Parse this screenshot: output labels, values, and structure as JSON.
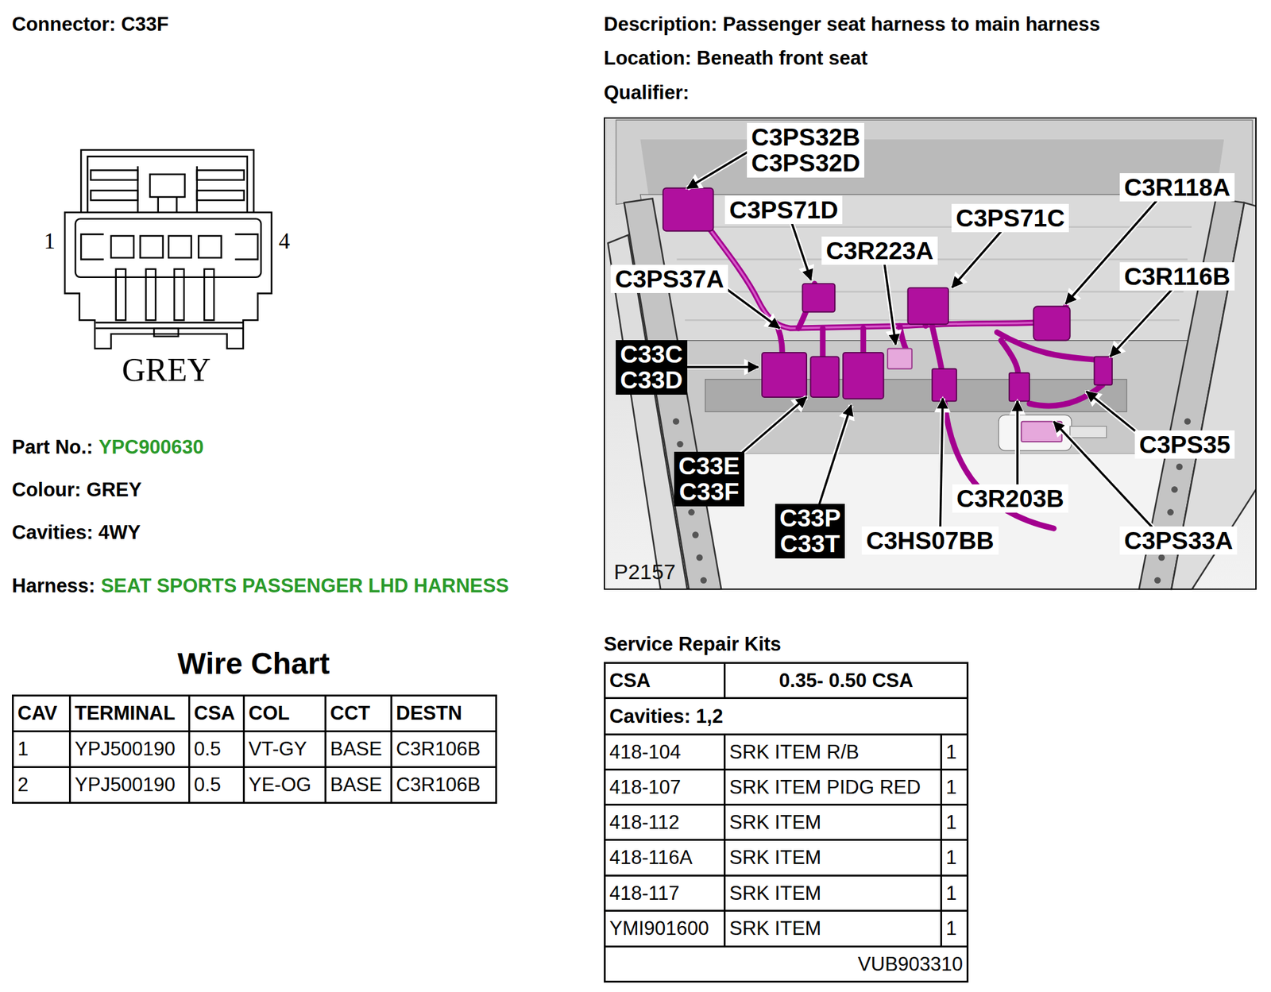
{
  "diagram": {
    "nodes": [
      {
        "text": [
          "P2157"
        ]
      },
      {
        "text": [
          "C3PS32B C3PS32D"
        ],
        "in": 0
      },
      {
        "text": [
          "C3PS71D"
        ],
        "in": 0
      },
      {
        "text": [
          "C3R223A"
        ],
        "in": 0
      },
      {
        "text": [
          "C3PS71C"
        ],
        "in": 0
      },
      {
        "text": [
          "C3R118A"
        ],
        "in": 0
      },
      {
        "text": [
          "C3PS37A"
        ],
        "in": 0
      },
      {
        "text": [
          "C3R116B"
        ],
        "in": 0
      },
      {
        "text": [
          "C33C C33D"
        ],
        "in": 0
      },
      {
        "text": [
          "C33E C33F"
        ],
        "in": 0
      },
      {
        "text": [
          "C33P C33T"
        ],
        "in": 0
      },
      {
        "text": [
          "C3R203B"
        ],
        "in": 0
      },
      {
        "text": [
          "C3HS07BB"
        ],
        "in": 0
      },
      {
        "text": [
          "C3PS35"
        ],
        "in": 0
      },
      {
        "text": [
          "C3PS33A"
        ],
        "in": 0
      }
    ],
    "labels": [
      "Connector: C33F",
      "Description: Passenger seat harness to main harness",
      "Location: Beneath front seat",
      "Qualifier:",
      "1",
      "4",
      "GREY",
      "Part No.:",
      "YPC900630",
      "Colour: GREY",
      "Cavities: 4WY",
      "Harness:",
      "SEAT SPORTS PASSENGER LHD HARNESS",
      "Wire Chart",
      "CAV",
      "TERMINAL",
      "CSA",
      "COL",
      "CCT",
      "DESTN",
      "1",
      "YPJ500190",
      "0.5",
      "VT-GY",
      "BASE",
      "C3R106B",
      "2",
      "YPJ500190",
      "0.5",
      "YE-OG",
      "BASE",
      "C3R106B",
      "Service Repair Kits",
      "CSA",
      "0.35- 0.50 CSA",
      "Cavities: 1,2",
      "418-104",
      "SRK ITEM R/B",
      "1",
      "418-107",
      "SRK ITEM PIDG RED",
      "1",
      "418-112",
      "SRK ITEM",
      "1",
      "418-116A",
      "SRK ITEM",
      "1",
      "418-117",
      "SRK ITEM",
      "1",
      "YMI901600",
      "SRK ITEM",
      "1",
      "VUB903310"
    ]
  }
}
